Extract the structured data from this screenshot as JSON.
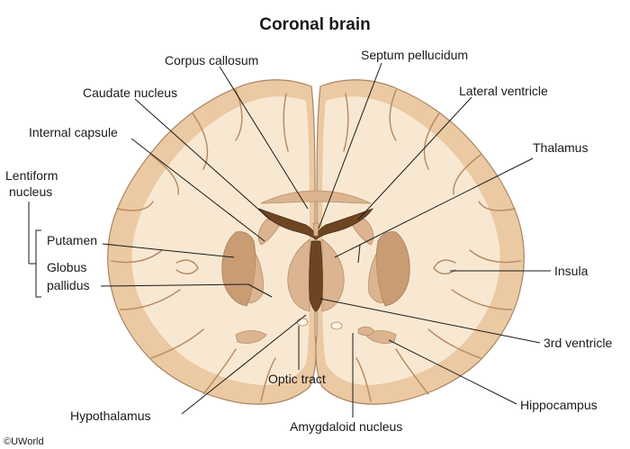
{
  "title": "Coronal brain",
  "credit": "©UWorld",
  "labels": {
    "corpus_callosum": "Corpus callosum",
    "septum_pellucidum": "Septum pellucidum",
    "caudate_nucleus": "Caudate nucleus",
    "lateral_ventricle": "Lateral ventricle",
    "internal_capsule": "Internal capsule",
    "thalamus": "Thalamus",
    "lentiform_line1": "Lentiform",
    "lentiform_line2": "nucleus",
    "putamen": "Putamen",
    "globus_line1": "Globus",
    "globus_line2": "pallidus",
    "insula": "Insula",
    "third_ventricle": "3rd ventricle",
    "optic_tract": "Optic tract",
    "hippocampus": "Hippocampus",
    "hypothalamus": "Hypothalamus",
    "amygdaloid_nucleus": "Amygdaloid nucleus"
  },
  "colors": {
    "cortex": "#ebc9a3",
    "white_matter": "#f8e8d2",
    "deep_nuclei": "#c99c74",
    "ventricle": "#6e4523"
  }
}
